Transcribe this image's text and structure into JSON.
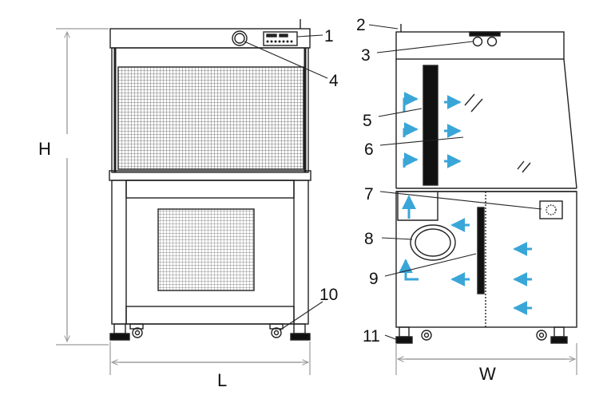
{
  "callouts": [
    "1",
    "2",
    "3",
    "4",
    "5",
    "6",
    "7",
    "8",
    "9",
    "10",
    "11"
  ],
  "dimensions": {
    "height": "H",
    "length": "L",
    "width": "W"
  },
  "colors": {
    "line": "#222222",
    "airflow": "#3aa6d8",
    "dimension": "#9a9a9a",
    "panel": "#111111"
  }
}
